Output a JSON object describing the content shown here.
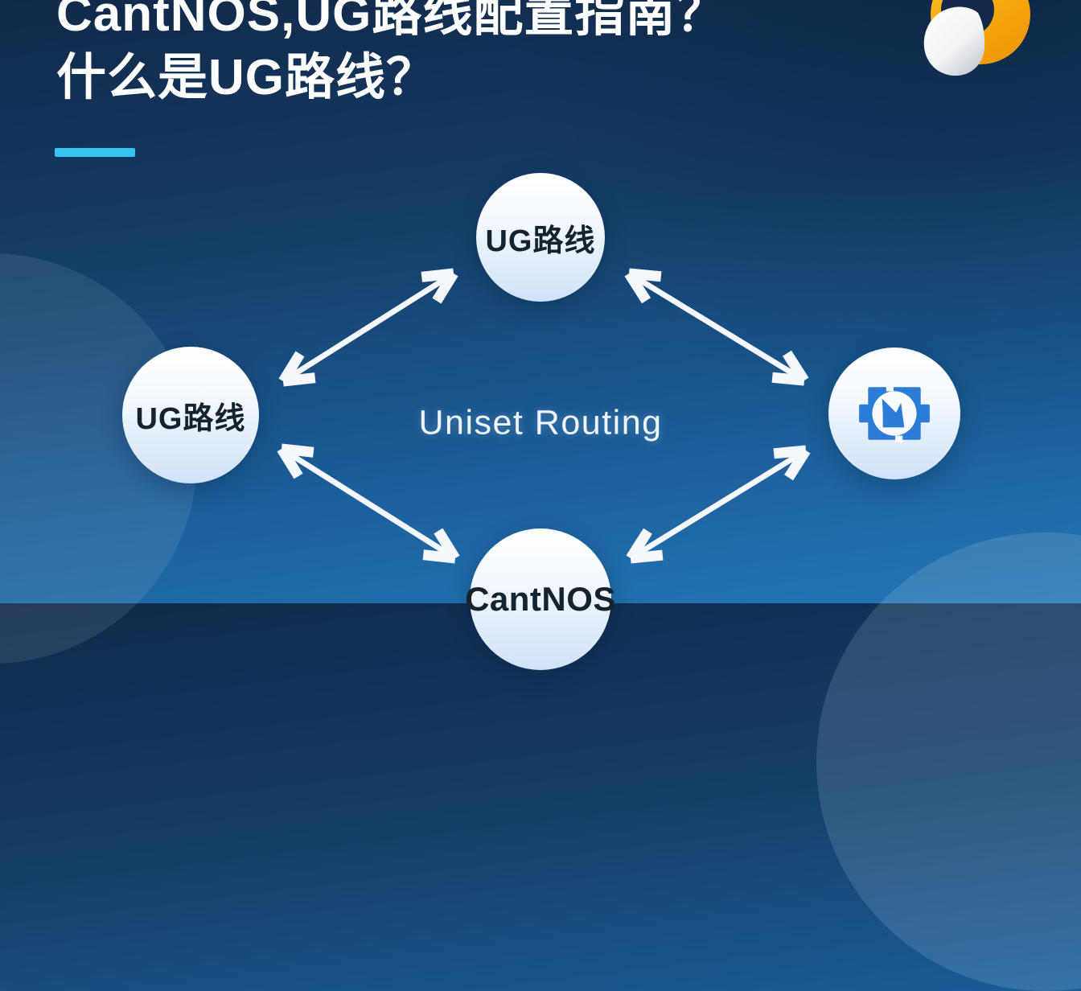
{
  "header": {
    "title_line1": "CantNOS,UG路线配置指南？",
    "title_line2": "什么是UG路线？"
  },
  "brand": {
    "logo": "nx-swirl-logo"
  },
  "diagram": {
    "center_label": "Uniset Routing",
    "node_top": {
      "label": "UG路线"
    },
    "node_left": {
      "label": "UG路线"
    },
    "node_bottom": {
      "label": "CantNOS"
    },
    "node_right": {
      "icon": "nx-routing-icon"
    },
    "connections": [
      {
        "from": "node-left",
        "to": "node-top",
        "bidirectional": true
      },
      {
        "from": "node-top",
        "to": "node-right",
        "bidirectional": true
      },
      {
        "from": "node-left",
        "to": "node-bottom",
        "bidirectional": true
      },
      {
        "from": "node-bottom",
        "to": "node-right",
        "bidirectional": true
      }
    ]
  },
  "colors": {
    "accent_cyan": "#35c5f0",
    "icon_blue": "#2b7cd6",
    "logo_orange": "#f7ab14",
    "background_top": "#12294a",
    "background_bottom": "#2476b5",
    "arrow_white": "#f4f8fc"
  }
}
